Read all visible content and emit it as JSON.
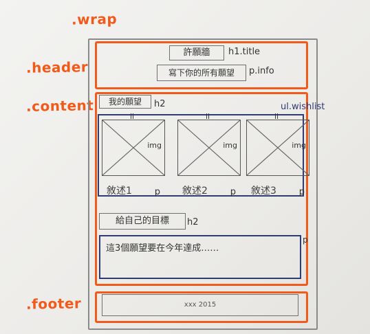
{
  "labels": {
    "wrap": ".wrap",
    "header": ".header",
    "content": ".content",
    "footer": ".footer"
  },
  "header": {
    "title_text": "許願牆",
    "title_note": "h1.title",
    "info_text": "寫下你的所有願望",
    "info_note": "p.info"
  },
  "content": {
    "h2_text": "我的願望",
    "h2_note": "h2",
    "list_note": "ul.wishlist",
    "items": [
      {
        "li": "li",
        "img": "img",
        "desc": "敘述1",
        "p": "p"
      },
      {
        "li": "li",
        "img": "img",
        "desc": "敘述2",
        "p": "p"
      },
      {
        "li": "li",
        "img": "img",
        "desc": "敘述3",
        "p": "p"
      }
    ],
    "goal_h2_text": "給自己的目標",
    "goal_h2_note": "h2",
    "goal_p_text": "這3個願望要在今年達成……",
    "goal_p_note": "p"
  },
  "footer": {
    "text": "xxx 2015"
  }
}
